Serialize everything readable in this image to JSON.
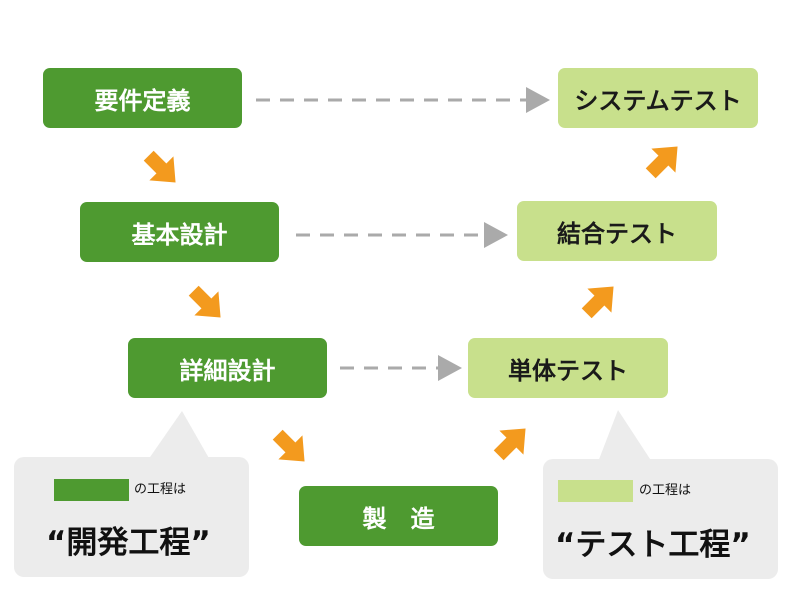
{
  "colors": {
    "development": "#4e9a30",
    "test": "#c8e08c",
    "arrow": "#f39a1e",
    "dashed": "#aaaaaa",
    "legend_panel": "#ececec"
  },
  "development_steps": {
    "requirements": "要件定義",
    "basic_design": "基本設計",
    "detailed_design": "詳細設計",
    "manufacturing": "製　造"
  },
  "test_steps": {
    "system_test": "システムテスト",
    "integration_test": "結合テスト",
    "unit_test": "単体テスト"
  },
  "legend": {
    "development": {
      "caption": "の工程は",
      "title": "“開発工程”"
    },
    "test": {
      "caption": "の工程は",
      "title": "“テスト工程”"
    }
  }
}
